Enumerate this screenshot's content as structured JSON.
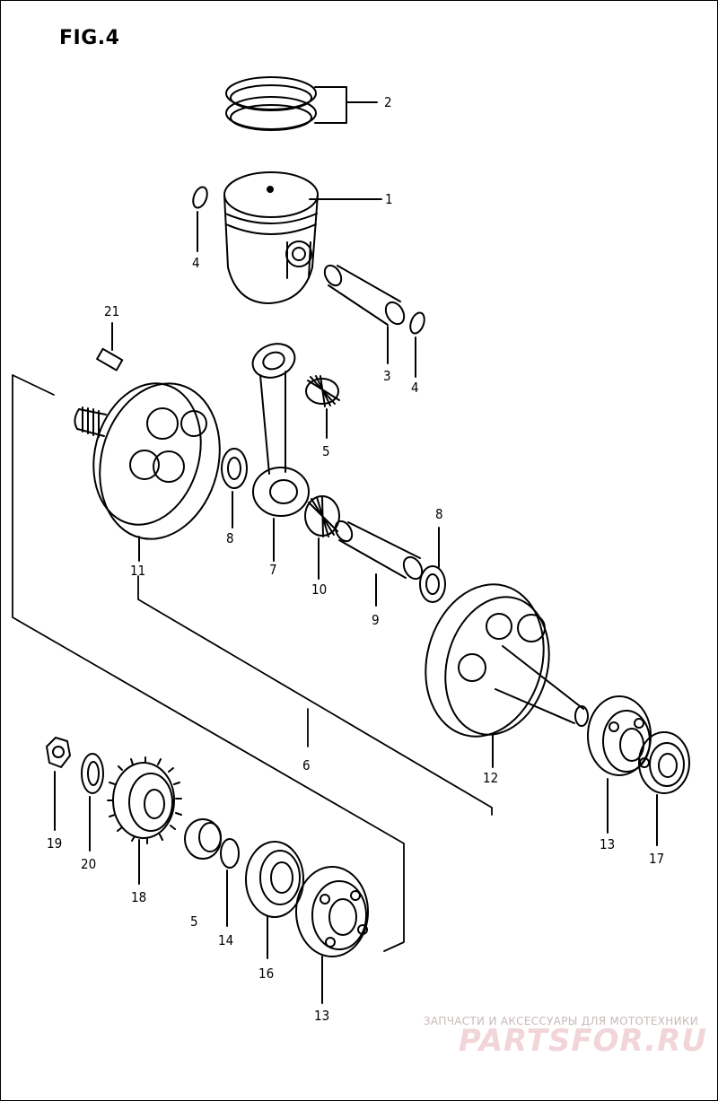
{
  "figure": {
    "title": "FIG.4"
  },
  "callouts": {
    "c1": "1",
    "c2": "2",
    "c3": "3",
    "c4a": "4",
    "c4b": "4",
    "c5a": "5",
    "c5b": "5",
    "c6": "6",
    "c7": "7",
    "c8a": "8",
    "c8b": "8",
    "c9": "9",
    "c10": "10",
    "c11": "11",
    "c12": "12",
    "c13a": "13",
    "c13b": "13",
    "c14": "14",
    "c16": "16",
    "c17": "17",
    "c18": "18",
    "c19": "19",
    "c20": "20",
    "c21": "21"
  },
  "watermark": {
    "caption": "ЗАПЧАСТИ И АКСЕССУАРЫ ДЛЯ МОТОТЕХНИКИ",
    "logo": "PARTSFOR.RU",
    "caption_color": "#c9b9b9",
    "logo_color": "#f1d5d8"
  }
}
